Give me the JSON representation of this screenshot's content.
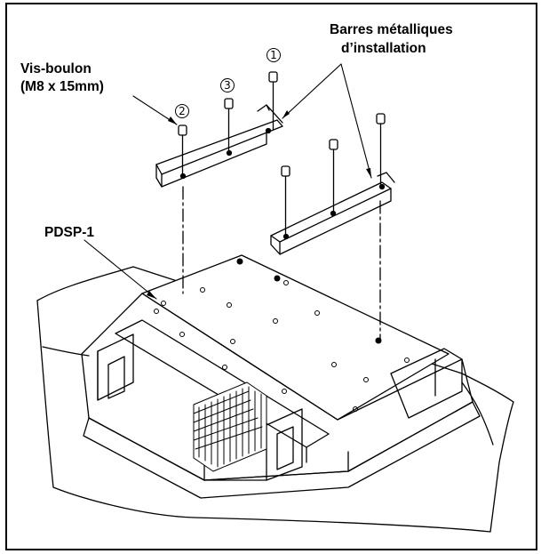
{
  "labels": {
    "bolt_line1": "Vis-boulon",
    "bolt_line2": "(M8 x 15mm)",
    "bars_line1": "Barres métalliques",
    "bars_line2": "d’installation",
    "device": "PDSP-1"
  },
  "callouts": {
    "n1": "1",
    "n2": "2",
    "n3": "3"
  },
  "colors": {
    "line": "#000000",
    "background": "#ffffff"
  }
}
